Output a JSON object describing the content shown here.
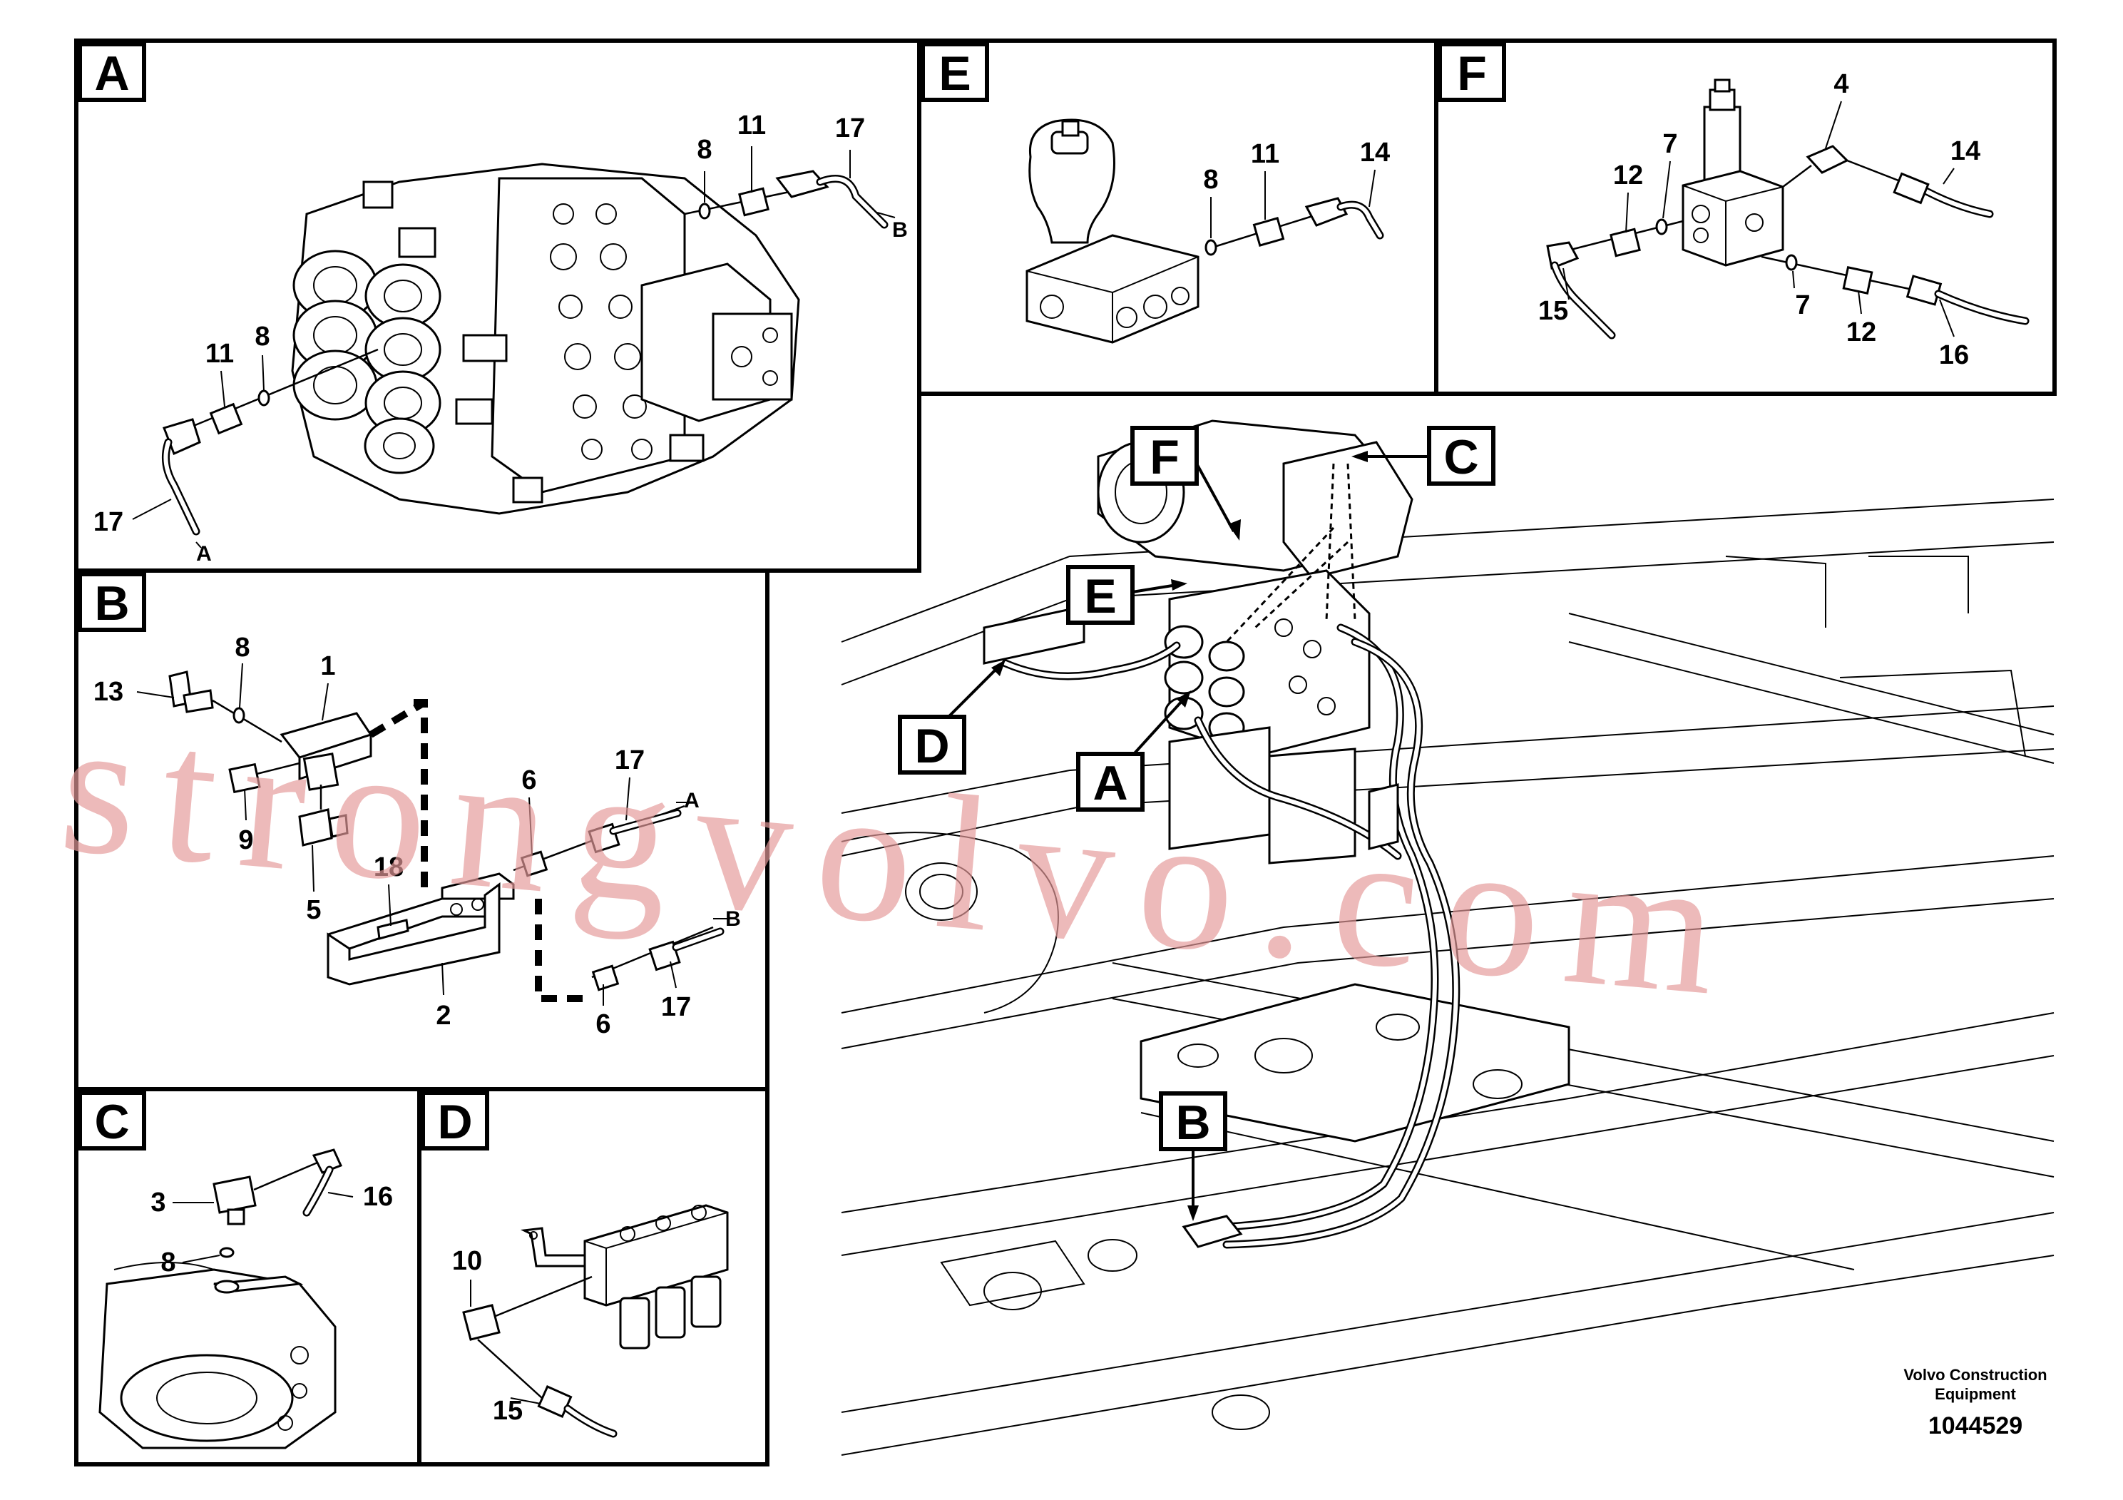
{
  "panels": {
    "A": {
      "tag": "A",
      "callouts": {
        "c8a": "8",
        "c11a": "11",
        "c17a": "17",
        "endB": "B",
        "c11b": "11",
        "c8b": "8",
        "c17b": "17",
        "endA": "A"
      }
    },
    "B": {
      "tag": "B",
      "callouts": {
        "c13": "13",
        "c8": "8",
        "c1": "1",
        "c9": "9",
        "c5": "5",
        "c18": "18",
        "c2": "2",
        "c6a": "6",
        "c17a": "17",
        "endA": "A",
        "c6b": "6",
        "c17b": "17",
        "endB": "B"
      }
    },
    "C": {
      "tag": "C",
      "callouts": {
        "c3": "3",
        "c16": "16",
        "c8": "8"
      }
    },
    "D": {
      "tag": "D",
      "callouts": {
        "c10": "10",
        "c15": "15"
      }
    },
    "E": {
      "tag": "E",
      "callouts": {
        "c8": "8",
        "c11": "11",
        "c14": "14"
      }
    },
    "F": {
      "tag": "F",
      "callouts": {
        "c4": "4",
        "c12a": "12",
        "c7a": "7",
        "c14": "14",
        "c15": "15",
        "c7b": "7",
        "c12b": "12",
        "c16": "16"
      }
    }
  },
  "overview": {
    "tags": {
      "F": "F",
      "C": "C",
      "E": "E",
      "D": "D",
      "A": "A",
      "B": "B"
    }
  },
  "footer": {
    "brand_line1": "Volvo Construction",
    "brand_line2": "Equipment",
    "drawing_number": "1044529"
  },
  "watermark": {
    "text": "strongvolvo.com",
    "color": "#e59a9a"
  }
}
